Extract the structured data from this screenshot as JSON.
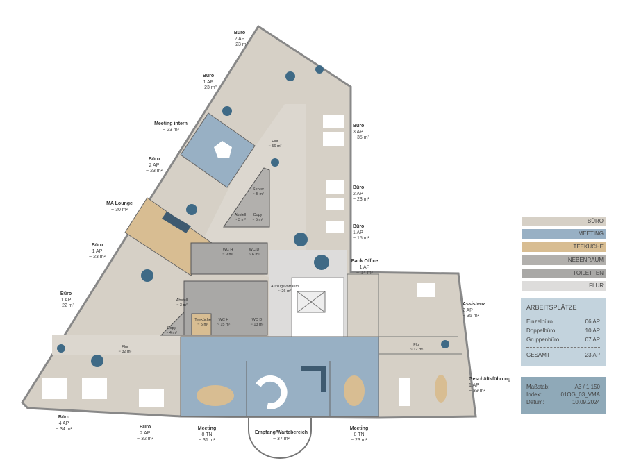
{
  "rooms": [
    {
      "name": "Büro",
      "cap": "2 AP",
      "area": "~ 23 m²"
    },
    {
      "name": "Büro",
      "cap": "1 AP",
      "area": "~ 23 m²"
    },
    {
      "name": "Meeting intern",
      "area": "~ 23 m²"
    },
    {
      "name": "Büro",
      "cap": "2 AP",
      "area": "~ 23 m²"
    },
    {
      "name": "MA Lounge",
      "area": "~ 30 m²"
    },
    {
      "name": "Büro",
      "cap": "1 AP",
      "area": "~ 23 m²"
    },
    {
      "name": "Büro",
      "cap": "1 AP",
      "area": "~ 22 m²"
    },
    {
      "name": "Büro",
      "cap": "4 AP",
      "area": "~ 34 m²"
    },
    {
      "name": "Büro",
      "cap": "2 AP",
      "area": "~ 32 m²"
    },
    {
      "name": "Meeting",
      "cap": "8 TN",
      "area": "~ 31 m²"
    },
    {
      "name": "Empfang/Wartebereich",
      "area": "~ 37 m²"
    },
    {
      "name": "Meeting",
      "cap": "8 TN",
      "area": "~ 23 m²"
    },
    {
      "name": "Geschäftsführung",
      "cap": "1 AP",
      "area": "~ 39 m²"
    },
    {
      "name": "Assistenz",
      "cap": "2 AP",
      "area": "~ 35 m²"
    },
    {
      "name": "Back Office",
      "cap": "1 AP",
      "area": "~ 14 m²"
    },
    {
      "name": "Büro",
      "cap": "1 AP",
      "area": "~ 15 m²"
    },
    {
      "name": "Büro",
      "cap": "2 AP",
      "area": "~ 23 m²"
    },
    {
      "name": "Büro",
      "cap": "3 AP",
      "area": "~ 35 m²"
    }
  ],
  "small_rooms": [
    {
      "name": "Flur",
      "area": "~ 56 m²"
    },
    {
      "name": "Server",
      "area": "~ 5 m²"
    },
    {
      "name": "Abstell",
      "area": "~ 3 m²"
    },
    {
      "name": "Copy",
      "area": "~ 5 m²"
    },
    {
      "name": "WC H",
      "area": "~ 9 m²"
    },
    {
      "name": "WC D",
      "area": "~ 6 m²"
    },
    {
      "name": "Aufzugsvorraum",
      "area": "~ 26 m²"
    },
    {
      "name": "Abstell",
      "area": "~ 3 m²"
    },
    {
      "name": "Teeküche",
      "area": "~ 5 m²"
    },
    {
      "name": "WC H",
      "area": "~ 15 m²"
    },
    {
      "name": "WC D",
      "area": "~ 13 m²"
    },
    {
      "name": "Copy",
      "area": "~ 4 m²"
    },
    {
      "name": "Flur",
      "area": "~ 32 m²"
    },
    {
      "name": "Flur",
      "area": "~ 12 m²"
    }
  ],
  "legend": [
    {
      "label": "BÜRO",
      "color": "#d6d0c6"
    },
    {
      "label": "MEETING",
      "color": "#98b0c4"
    },
    {
      "label": "TEEKÜCHE",
      "color": "#d8bd92"
    },
    {
      "label": "NEBENRAUM",
      "color": "#b2b0ad"
    },
    {
      "label": "TOILETTEN",
      "color": "#a9a8a6"
    },
    {
      "label": "FLUR",
      "color": "#dddcdb"
    }
  ],
  "arbeitsplaetze": {
    "title": "ARBEITSPLÄTZE",
    "rows": [
      {
        "label": "Einzelbüro",
        "value": "06 AP"
      },
      {
        "label": "Doppelbüro",
        "value": "10 AP"
      },
      {
        "label": "Gruppenbüro",
        "value": "07 AP"
      }
    ],
    "total_label": "GESAMT",
    "total_value": "23 AP"
  },
  "info": {
    "rows": [
      {
        "label": "Maßstab:",
        "value": "A3 / 1:150"
      },
      {
        "label": "Index:",
        "value": "01OG_03_VMA"
      },
      {
        "label": "Datum:",
        "value": "10.09.2024"
      }
    ]
  }
}
